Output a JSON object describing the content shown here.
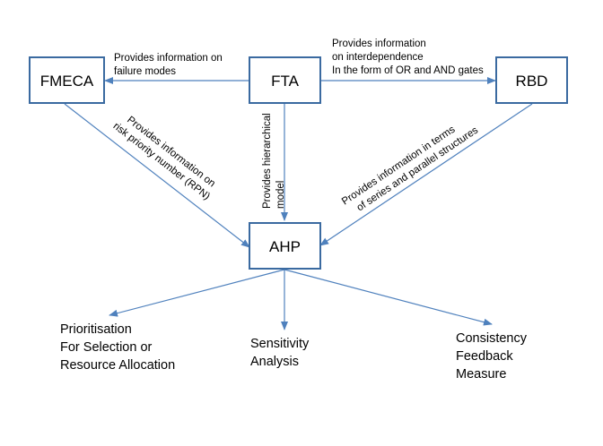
{
  "nodes": {
    "fmeca": "FMECA",
    "fta": "FTA",
    "rbd": "RBD",
    "ahp": "AHP"
  },
  "edges": {
    "fta_fmeca": [
      "Provides information on",
      "failure modes"
    ],
    "fta_rbd": [
      "Provides information",
      "on interdependence",
      "In the form of OR and AND gates"
    ],
    "fta_ahp": [
      "Provides hierarchical",
      "model"
    ],
    "fmeca_ahp": [
      "Provides information on",
      "risk priority number (RPN)"
    ],
    "rbd_ahp": [
      "Provides information in terms",
      "of series and parallel structures"
    ]
  },
  "outputs": {
    "prioritisation": [
      "Prioritisation",
      "For Selection or",
      "Resource Allocation"
    ],
    "sensitivity": [
      "Sensitivity",
      "Analysis"
    ],
    "consistency": [
      "Consistency",
      "Feedback",
      "Measure"
    ]
  }
}
